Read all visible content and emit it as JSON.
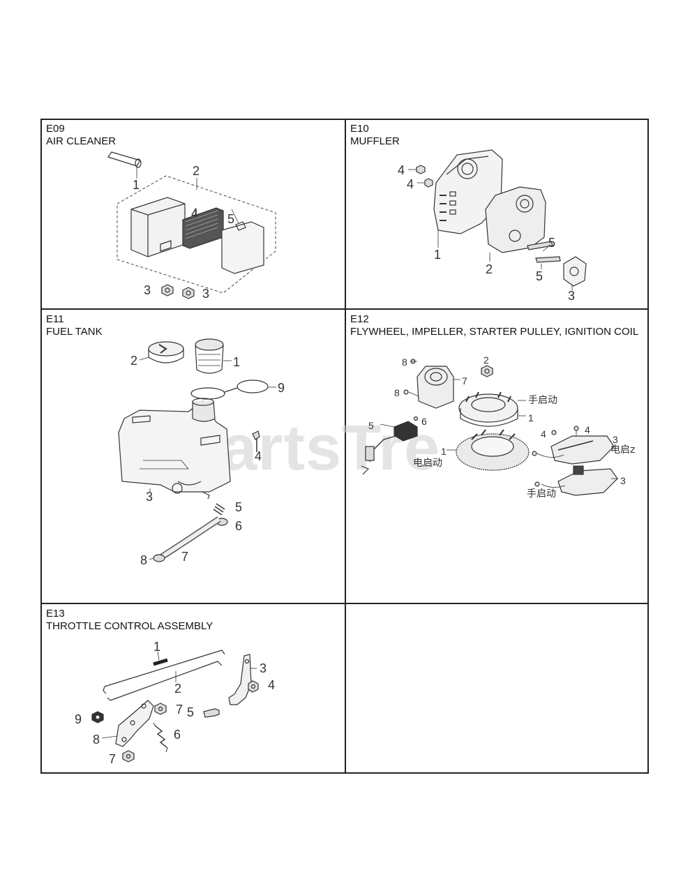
{
  "panels": [
    {
      "code": "E09",
      "title": "AIR CLEANER",
      "callouts": [
        "1",
        "2",
        "4",
        "5",
        "3",
        "3"
      ]
    },
    {
      "code": "E10",
      "title": "MUFFLER",
      "callouts": [
        "4",
        "4",
        "5",
        "1",
        "2",
        "5",
        "3"
      ]
    },
    {
      "code": "E11",
      "title": "FUEL TANK",
      "callouts": [
        "2",
        "1",
        "9",
        "4",
        "3",
        "5",
        "6",
        "7",
        "8"
      ]
    },
    {
      "code": "E12",
      "title": "FLYWHEEL, IMPELLER, STARTER PULLEY, IGNITION COIL",
      "callouts": [
        "8",
        "2",
        "7",
        "8",
        "1",
        "5",
        "6",
        "4",
        "4",
        "3",
        "1",
        "3"
      ],
      "labels": [
        "手启动",
        "电启动",
        "电启z",
        "手启动"
      ]
    },
    {
      "code": "E13",
      "title": "THROTTLE CONTROL ASSEMBLY",
      "callouts": [
        "1",
        "3",
        "2",
        "4",
        "9",
        "7",
        "5",
        "6",
        "8",
        "7"
      ]
    }
  ],
  "watermark": "PartsTre",
  "colors": {
    "border": "#222222",
    "line": "#333333",
    "watermark": "#cfcfcf"
  }
}
